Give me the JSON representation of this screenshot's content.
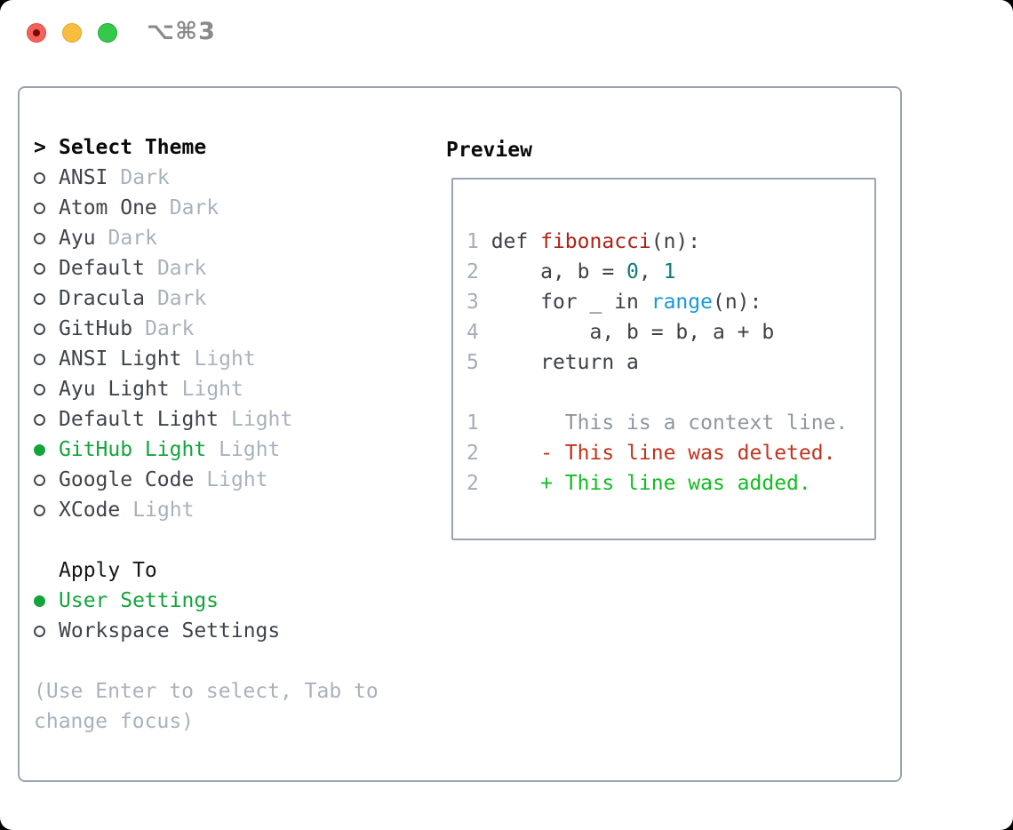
{
  "window": {
    "shortcut_label": "⌥⌘3"
  },
  "theme_picker": {
    "cursor": ">",
    "title": "Select Theme",
    "themes": [
      {
        "label": "ANSI",
        "tag": "Dark",
        "selected": false
      },
      {
        "label": "Atom One",
        "tag": "Dark",
        "selected": false
      },
      {
        "label": "Ayu",
        "tag": "Dark",
        "selected": false
      },
      {
        "label": "Default",
        "tag": "Dark",
        "selected": false
      },
      {
        "label": "Dracula",
        "tag": "Dark",
        "selected": false
      },
      {
        "label": "GitHub",
        "tag": "Dark",
        "selected": false
      },
      {
        "label": "ANSI Light",
        "tag": "Light",
        "selected": false
      },
      {
        "label": "Ayu Light",
        "tag": "Light",
        "selected": false
      },
      {
        "label": "Default Light",
        "tag": "Light",
        "selected": false
      },
      {
        "label": "GitHub Light",
        "tag": "Light",
        "selected": true
      },
      {
        "label": "Google Code",
        "tag": "Light",
        "selected": false
      },
      {
        "label": "XCode",
        "tag": "Light",
        "selected": false
      }
    ]
  },
  "apply_to": {
    "title": "Apply To",
    "options": [
      {
        "label": "User Settings",
        "selected": true
      },
      {
        "label": "Workspace Settings",
        "selected": false
      }
    ]
  },
  "hint": "(Use Enter to select, Tab to change focus)",
  "preview": {
    "title": "Preview",
    "lines": [
      {
        "tokens": [
          {
            "t": "1",
            "c": "ln"
          },
          {
            "t": " def ",
            "c": "code-t"
          },
          {
            "t": "fibonacci",
            "c": "kw"
          },
          {
            "t": "(n):",
            "c": "code-t"
          }
        ]
      },
      {
        "tokens": [
          {
            "t": "2",
            "c": "ln"
          },
          {
            "t": "     a, b = ",
            "c": "code-t"
          },
          {
            "t": "0",
            "c": "num"
          },
          {
            "t": ", ",
            "c": "code-t"
          },
          {
            "t": "1",
            "c": "num"
          }
        ]
      },
      {
        "tokens": [
          {
            "t": "3",
            "c": "ln"
          },
          {
            "t": "     for _ in ",
            "c": "code-t"
          },
          {
            "t": "range",
            "c": "builtin"
          },
          {
            "t": "(n):",
            "c": "code-t"
          }
        ]
      },
      {
        "tokens": [
          {
            "t": "4",
            "c": "ln"
          },
          {
            "t": "         a, b = b, a + b",
            "c": "code-t"
          }
        ]
      },
      {
        "tokens": [
          {
            "t": "5",
            "c": "ln"
          },
          {
            "t": "     return a",
            "c": "code-t"
          }
        ]
      },
      {
        "tokens": []
      },
      {
        "tokens": [
          {
            "t": "1",
            "c": "ln"
          },
          {
            "t": "       This is a context line.",
            "c": "ctx"
          }
        ]
      },
      {
        "tokens": [
          {
            "t": "2",
            "c": "ln"
          },
          {
            "t": "     - This line was deleted.",
            "c": "del"
          }
        ]
      },
      {
        "tokens": [
          {
            "t": "2",
            "c": "ln"
          },
          {
            "t": "     + This line was added.",
            "c": "add"
          }
        ]
      }
    ]
  },
  "colors": {
    "selected_green": "#13a53c",
    "added_green": "#12bd21",
    "deleted_red": "#c0341d",
    "function_red": "#ad2418",
    "number_teal": "#0c7d78",
    "builtin_blue": "#169ad6",
    "border_gray": "#9aa4b0",
    "muted_gray": "#a8b2bc",
    "text_dark": "#3f444a",
    "traffic_red": "#f3615a",
    "traffic_yellow": "#f8bd3e",
    "traffic_green": "#35c84a"
  }
}
